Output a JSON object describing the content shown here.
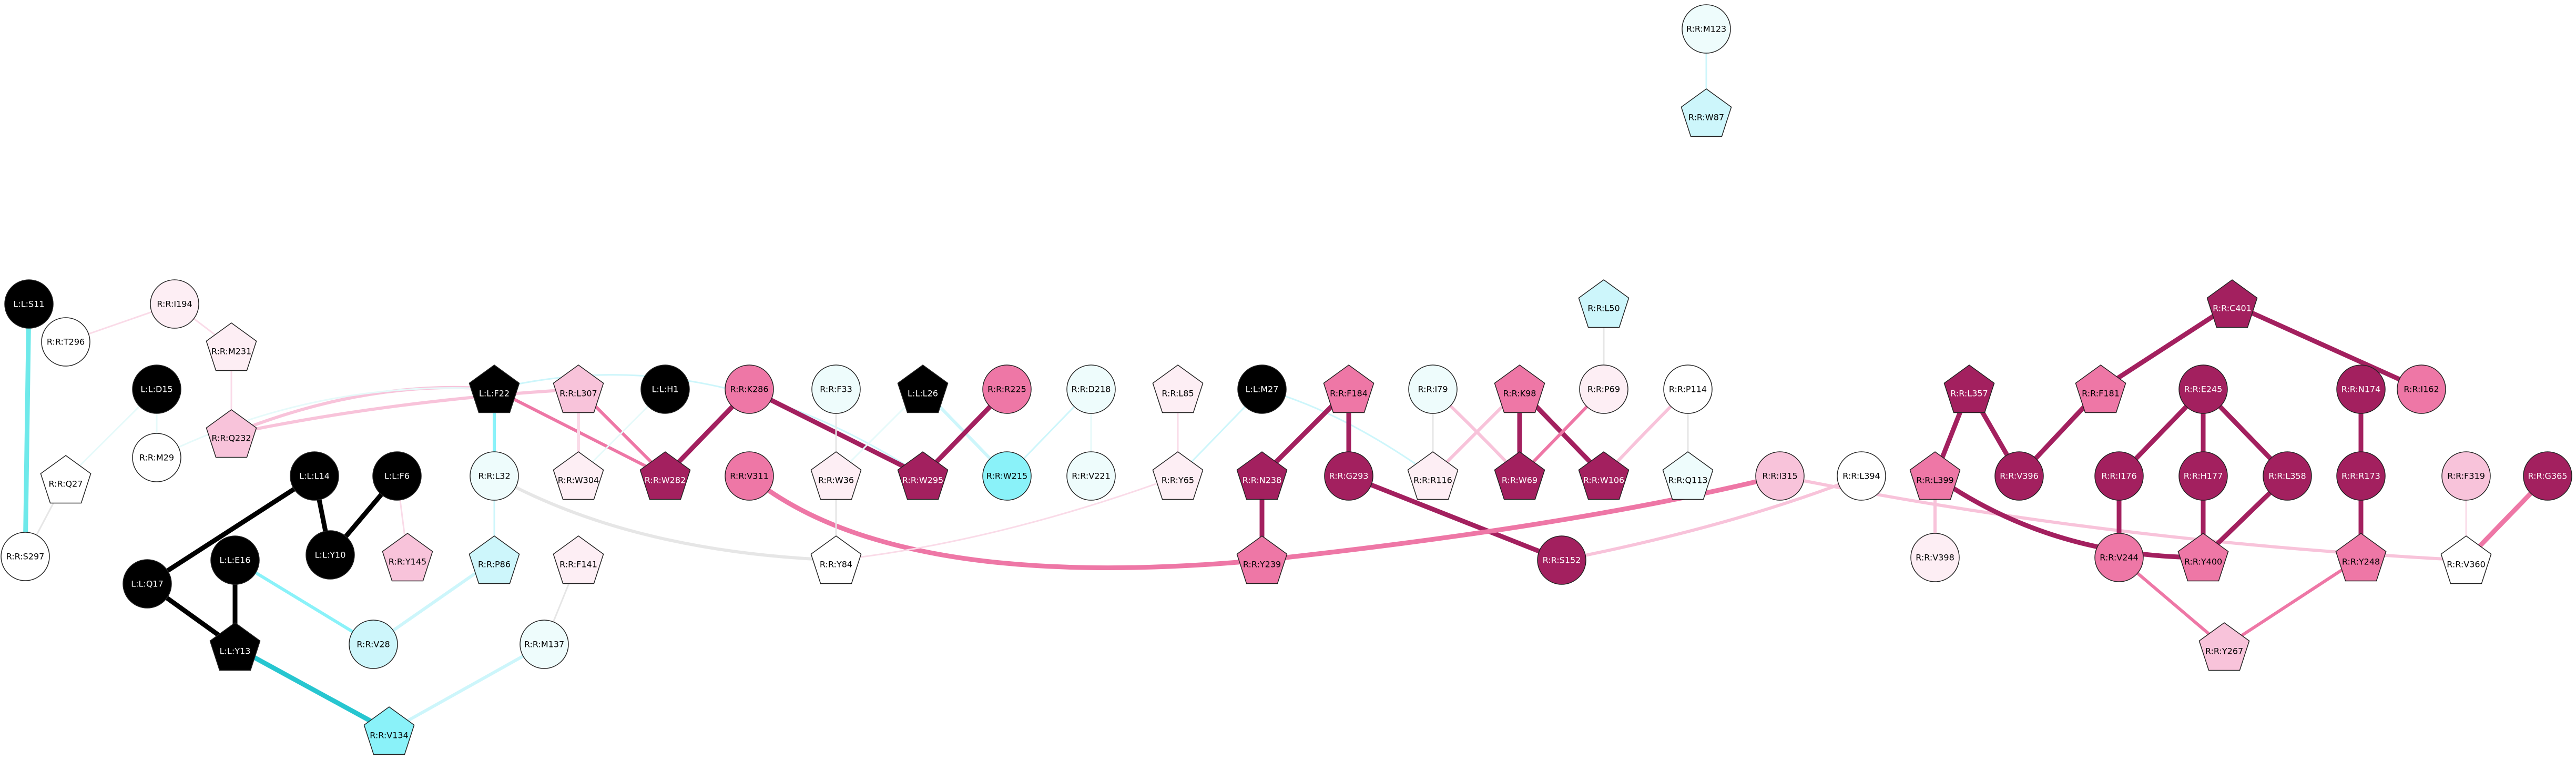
{
  "colors": {
    "black": "#000000",
    "white": "#ffffff",
    "pink_light": "#fde6f0",
    "pink_mid": "#f8c3da",
    "pink_strong": "#ee77a6",
    "magenta": "#a3205f",
    "cyan_light": "#e6fafa",
    "cyan_mid": "#cdf6fb",
    "cyan_strong": "#8af2f9",
    "teal_edge": "#27c6d0",
    "node_stroke": "#222222"
  },
  "nodes": [
    {
      "id": "L:L:S11",
      "label": "L:L:S11",
      "shape": "circle",
      "fill": "#000000",
      "text": "#ffffff"
    },
    {
      "id": "R:R:T296",
      "label": "R:R:T296",
      "shape": "circle",
      "fill": "#ffffff",
      "text": "#000000"
    },
    {
      "id": "R:R:Q27",
      "label": "R:R:Q27",
      "shape": "pentagon",
      "fill": "#ffffff",
      "text": "#000000"
    },
    {
      "id": "R:R:S297",
      "label": "R:R:S297",
      "shape": "circle",
      "fill": "#ffffff",
      "text": "#000000"
    },
    {
      "id": "R:R:I194",
      "label": "R:R:I194",
      "shape": "circle",
      "fill": "#fdeef4",
      "text": "#000000"
    },
    {
      "id": "L:L:D15",
      "label": "L:L:D15",
      "shape": "circle",
      "fill": "#000000",
      "text": "#ffffff"
    },
    {
      "id": "R:R:M29",
      "label": "R:R:M29",
      "shape": "circle",
      "fill": "#ffffff",
      "text": "#000000"
    },
    {
      "id": "R:R:M231",
      "label": "R:R:M231",
      "shape": "pentagon",
      "fill": "#fdeef4",
      "text": "#000000"
    },
    {
      "id": "R:R:Q232",
      "label": "R:R:Q232",
      "shape": "pentagon",
      "fill": "#f8c3da",
      "text": "#000000"
    },
    {
      "id": "L:L:L14",
      "label": "L:L:L14",
      "shape": "circle",
      "fill": "#000000",
      "text": "#ffffff"
    },
    {
      "id": "L:L:F6",
      "label": "L:L:F6",
      "shape": "circle",
      "fill": "#000000",
      "text": "#ffffff"
    },
    {
      "id": "L:L:Q17",
      "label": "L:L:Q17",
      "shape": "circle",
      "fill": "#000000",
      "text": "#ffffff"
    },
    {
      "id": "L:L:Y10",
      "label": "L:L:Y10",
      "shape": "circle",
      "fill": "#000000",
      "text": "#ffffff"
    },
    {
      "id": "L:L:E16",
      "label": "L:L:E16",
      "shape": "circle",
      "fill": "#000000",
      "text": "#ffffff"
    },
    {
      "id": "L:L:Y13",
      "label": "L:L:Y13",
      "shape": "pentagon",
      "fill": "#000000",
      "text": "#ffffff"
    },
    {
      "id": "R:R:Y145",
      "label": "R:R:Y145",
      "shape": "pentagon",
      "fill": "#f8c3da",
      "text": "#000000"
    },
    {
      "id": "R:R:V28",
      "label": "R:R:V28",
      "shape": "circle",
      "fill": "#cdf6fb",
      "text": "#000000"
    },
    {
      "id": "L:L:F22",
      "label": "L:L:F22",
      "shape": "pentagon",
      "fill": "#000000",
      "text": "#ffffff"
    },
    {
      "id": "R:R:L32",
      "label": "R:R:L32",
      "shape": "circle",
      "fill": "#eefcfc",
      "text": "#000000"
    },
    {
      "id": "R:R:P86",
      "label": "R:R:P86",
      "shape": "pentagon",
      "fill": "#cdf6fb",
      "text": "#000000"
    },
    {
      "id": "R:R:V134",
      "label": "R:R:V134",
      "shape": "pentagon",
      "fill": "#8af2f9",
      "text": "#000000"
    },
    {
      "id": "R:R:L307",
      "label": "R:R:L307",
      "shape": "pentagon",
      "fill": "#f8c3da",
      "text": "#000000"
    },
    {
      "id": "R:R:W304",
      "label": "R:R:W304",
      "shape": "pentagon",
      "fill": "#fdeef4",
      "text": "#000000"
    },
    {
      "id": "L:L:H1",
      "label": "L:L:H1",
      "shape": "circle",
      "fill": "#000000",
      "text": "#ffffff"
    },
    {
      "id": "R:R:F141",
      "label": "R:R:F141",
      "shape": "pentagon",
      "fill": "#fdeef4",
      "text": "#000000"
    },
    {
      "id": "R:R:M137",
      "label": "R:R:M137",
      "shape": "circle",
      "fill": "#eefcfc",
      "text": "#000000"
    },
    {
      "id": "R:R:K286",
      "label": "R:R:K286",
      "shape": "circle",
      "fill": "#ee77a6",
      "text": "#000000"
    },
    {
      "id": "R:R:W282",
      "label": "R:R:W282",
      "shape": "pentagon",
      "fill": "#a3205f",
      "text": "#ffffff"
    },
    {
      "id": "R:R:V311",
      "label": "R:R:V311",
      "shape": "circle",
      "fill": "#ee77a6",
      "text": "#000000"
    },
    {
      "id": "R:R:F33",
      "label": "R:R:F33",
      "shape": "circle",
      "fill": "#eefcfc",
      "text": "#000000"
    },
    {
      "id": "R:R:W36",
      "label": "R:R:W36",
      "shape": "pentagon",
      "fill": "#fdeef4",
      "text": "#000000"
    },
    {
      "id": "R:R:Y84",
      "label": "R:R:Y84",
      "shape": "pentagon",
      "fill": "#ffffff",
      "text": "#000000"
    },
    {
      "id": "L:L:L26",
      "label": "L:L:L26",
      "shape": "pentagon",
      "fill": "#000000",
      "text": "#ffffff"
    },
    {
      "id": "R:R:W295",
      "label": "R:R:W295",
      "shape": "pentagon",
      "fill": "#a3205f",
      "text": "#ffffff"
    },
    {
      "id": "R:R:R225",
      "label": "R:R:R225",
      "shape": "circle",
      "fill": "#ee77a6",
      "text": "#000000"
    },
    {
      "id": "R:R:W215",
      "label": "R:R:W215",
      "shape": "circle",
      "fill": "#8af2f9",
      "text": "#000000"
    },
    {
      "id": "R:R:D218",
      "label": "R:R:D218",
      "shape": "circle",
      "fill": "#eefcfc",
      "text": "#000000"
    },
    {
      "id": "R:R:V221",
      "label": "R:R:V221",
      "shape": "circle",
      "fill": "#eefcfc",
      "text": "#000000"
    },
    {
      "id": "R:R:L85",
      "label": "R:R:L85",
      "shape": "pentagon",
      "fill": "#fdeef4",
      "text": "#000000"
    },
    {
      "id": "R:R:Y65",
      "label": "R:R:Y65",
      "shape": "pentagon",
      "fill": "#fdeef4",
      "text": "#000000"
    },
    {
      "id": "L:L:M27",
      "label": "L:L:M27",
      "shape": "circle",
      "fill": "#000000",
      "text": "#ffffff"
    },
    {
      "id": "R:R:F184",
      "label": "R:R:F184",
      "shape": "pentagon",
      "fill": "#ee77a6",
      "text": "#000000"
    },
    {
      "id": "R:R:N238",
      "label": "R:R:N238",
      "shape": "pentagon",
      "fill": "#a3205f",
      "text": "#ffffff"
    },
    {
      "id": "R:R:Y239",
      "label": "R:R:Y239",
      "shape": "pentagon",
      "fill": "#ee77a6",
      "text": "#000000"
    },
    {
      "id": "R:R:G293",
      "label": "R:R:G293",
      "shape": "circle",
      "fill": "#a3205f",
      "text": "#ffffff"
    },
    {
      "id": "R:R:S152",
      "label": "R:R:S152",
      "shape": "circle",
      "fill": "#a3205f",
      "text": "#ffffff"
    },
    {
      "id": "R:R:I79",
      "label": "R:R:I79",
      "shape": "circle",
      "fill": "#eefcfc",
      "text": "#000000"
    },
    {
      "id": "R:R:R116",
      "label": "R:R:R116",
      "shape": "pentagon",
      "fill": "#fdeef4",
      "text": "#000000"
    },
    {
      "id": "R:R:K98",
      "label": "R:R:K98",
      "shape": "pentagon",
      "fill": "#ee77a6",
      "text": "#000000"
    },
    {
      "id": "R:R:W69",
      "label": "R:R:W69",
      "shape": "pentagon",
      "fill": "#a3205f",
      "text": "#ffffff"
    },
    {
      "id": "R:R:W106",
      "label": "R:R:W106",
      "shape": "pentagon",
      "fill": "#a3205f",
      "text": "#ffffff"
    },
    {
      "id": "R:R:L50",
      "label": "R:R:L50",
      "shape": "pentagon",
      "fill": "#cdf6fb",
      "text": "#000000"
    },
    {
      "id": "R:R:P69",
      "label": "R:R:P69",
      "shape": "circle",
      "fill": "#fdeef4",
      "text": "#000000"
    },
    {
      "id": "R:R:P114",
      "label": "R:R:P114",
      "shape": "circle",
      "fill": "#ffffff",
      "text": "#000000"
    },
    {
      "id": "R:R:Q113",
      "label": "R:R:Q113",
      "shape": "pentagon",
      "fill": "#eefcfc",
      "text": "#000000"
    },
    {
      "id": "R:R:M123",
      "label": "R:R:M123",
      "shape": "circle",
      "fill": "#eefcfc",
      "text": "#000000"
    },
    {
      "id": "R:R:W87",
      "label": "R:R:W87",
      "shape": "pentagon",
      "fill": "#cdf6fb",
      "text": "#000000"
    },
    {
      "id": "R:R:I315",
      "label": "R:R:I315",
      "shape": "circle",
      "fill": "#f8c3da",
      "text": "#000000"
    },
    {
      "id": "R:R:L394",
      "label": "R:R:L394",
      "shape": "circle",
      "fill": "#ffffff",
      "text": "#000000"
    },
    {
      "id": "R:R:L357",
      "label": "R:R:L357",
      "shape": "pentagon",
      "fill": "#a3205f",
      "text": "#ffffff"
    },
    {
      "id": "R:R:L399",
      "label": "R:R:L399",
      "shape": "pentagon",
      "fill": "#ee77a6",
      "text": "#000000"
    },
    {
      "id": "R:R:V398",
      "label": "R:R:V398",
      "shape": "circle",
      "fill": "#fdeef4",
      "text": "#000000"
    },
    {
      "id": "R:R:F181",
      "label": "R:R:F181",
      "shape": "pentagon",
      "fill": "#ee77a6",
      "text": "#000000"
    },
    {
      "id": "R:R:V396",
      "label": "R:R:V396",
      "shape": "circle",
      "fill": "#a3205f",
      "text": "#ffffff"
    },
    {
      "id": "R:R:C401",
      "label": "R:R:C401",
      "shape": "pentagon",
      "fill": "#a3205f",
      "text": "#ffffff"
    },
    {
      "id": "R:R:I162",
      "label": "R:R:I162",
      "shape": "circle",
      "fill": "#ee77a6",
      "text": "#000000"
    },
    {
      "id": "R:R:E245",
      "label": "R:R:E245",
      "shape": "circle",
      "fill": "#a3205f",
      "text": "#ffffff"
    },
    {
      "id": "R:R:I176",
      "label": "R:R:I176",
      "shape": "circle",
      "fill": "#a3205f",
      "text": "#ffffff"
    },
    {
      "id": "R:R:H177",
      "label": "R:R:H177",
      "shape": "circle",
      "fill": "#a3205f",
      "text": "#ffffff"
    },
    {
      "id": "R:R:L358",
      "label": "R:R:L358",
      "shape": "circle",
      "fill": "#a3205f",
      "text": "#ffffff"
    },
    {
      "id": "R:R:V244",
      "label": "R:R:V244",
      "shape": "circle",
      "fill": "#ee77a6",
      "text": "#000000"
    },
    {
      "id": "R:R:Y400",
      "label": "R:R:Y400",
      "shape": "pentagon",
      "fill": "#ee77a6",
      "text": "#000000"
    },
    {
      "id": "R:R:Y267",
      "label": "R:R:Y267",
      "shape": "pentagon",
      "fill": "#f8c3da",
      "text": "#000000"
    },
    {
      "id": "R:R:N174",
      "label": "R:R:N174",
      "shape": "circle",
      "fill": "#a3205f",
      "text": "#ffffff"
    },
    {
      "id": "R:R:R173",
      "label": "R:R:R173",
      "shape": "circle",
      "fill": "#a3205f",
      "text": "#ffffff"
    },
    {
      "id": "R:R:Y248",
      "label": "R:R:Y248",
      "shape": "pentagon",
      "fill": "#ee77a6",
      "text": "#000000"
    },
    {
      "id": "R:R:F319",
      "label": "R:R:F319",
      "shape": "circle",
      "fill": "#f8c3da",
      "text": "#000000"
    },
    {
      "id": "R:R:V360",
      "label": "R:R:V360",
      "shape": "pentagon",
      "fill": "#ffffff",
      "text": "#000000"
    },
    {
      "id": "R:R:G365",
      "label": "R:R:G365",
      "shape": "circle",
      "fill": "#a3205f",
      "text": "#ffffff"
    }
  ],
  "edges": [
    {
      "from": "L:L:S11",
      "to": "R:R:S297",
      "color": "#6ee9ea",
      "weight": 3
    },
    {
      "from": "L:L:S11",
      "to": "R:R:T296",
      "color": "#ffffff",
      "weight": 1
    },
    {
      "from": "R:R:I194",
      "to": "R:R:T296",
      "color": "#fadbe8",
      "weight": 1
    },
    {
      "from": "R:R:I194",
      "to": "R:R:M231",
      "color": "#fadbe8",
      "weight": 1
    },
    {
      "from": "R:R:Q27",
      "to": "R:R:S297",
      "color": "#e6e6e6",
      "weight": 1
    },
    {
      "from": "L:L:D15",
      "to": "R:R:Q27",
      "color": "#e6fafa",
      "weight": 1
    },
    {
      "from": "L:L:D15",
      "to": "R:R:M29",
      "color": "#e6fafa",
      "weight": 1
    },
    {
      "from": "R:R:M231",
      "to": "R:R:Q232",
      "color": "#fadbe8",
      "weight": 1
    },
    {
      "from": "L:L:F22",
      "to": "R:R:Q232",
      "color": "#f8c3da",
      "weight": 2
    },
    {
      "from": "L:L:F22",
      "to": "R:R:M29",
      "color": "#e6fafa",
      "weight": 1
    },
    {
      "from": "L:L:F22",
      "to": "R:R:L32",
      "color": "#8af2f9",
      "weight": 2
    },
    {
      "from": "L:L:F22",
      "to": "R:R:W282",
      "color": "#ee77a6",
      "weight": 2
    },
    {
      "from": "L:L:F22",
      "to": "R:R:W295",
      "color": "#cdf6fb",
      "weight": 1
    },
    {
      "from": "L:L:L14",
      "to": "L:L:Q17",
      "color": "#000000",
      "weight": 3
    },
    {
      "from": "L:L:L14",
      "to": "L:L:Y10",
      "color": "#000000",
      "weight": 3
    },
    {
      "from": "L:L:F6",
      "to": "L:L:Y10",
      "color": "#000000",
      "weight": 3
    },
    {
      "from": "L:L:F6",
      "to": "R:R:Y145",
      "color": "#fadbe8",
      "weight": 1
    },
    {
      "from": "L:L:Q17",
      "to": "L:L:Y13",
      "color": "#000000",
      "weight": 3
    },
    {
      "from": "L:L:E16",
      "to": "L:L:Y13",
      "color": "#000000",
      "weight": 3
    },
    {
      "from": "L:L:E16",
      "to": "R:R:V28",
      "color": "#8af2f9",
      "weight": 2
    },
    {
      "from": "L:L:Y13",
      "to": "R:R:V134",
      "color": "#27c6d0",
      "weight": 3
    },
    {
      "from": "R:R:L32",
      "to": "R:R:P86",
      "color": "#cdf6fb",
      "weight": 1
    },
    {
      "from": "R:R:L32",
      "to": "R:R:Y84",
      "color": "#e6e6e6",
      "weight": 2
    },
    {
      "from": "R:R:P86",
      "to": "R:R:V28",
      "color": "#cdf6fb",
      "weight": 2
    },
    {
      "from": "R:R:L307",
      "to": "R:R:Q232",
      "color": "#f8c3da",
      "weight": 2
    },
    {
      "from": "R:R:L307",
      "to": "R:R:W304",
      "color": "#fadbe8",
      "weight": 2
    },
    {
      "from": "R:R:L307",
      "to": "R:R:W282",
      "color": "#ee77a6",
      "weight": 2
    },
    {
      "from": "L:L:H1",
      "to": "R:R:W304",
      "color": "#e6fafa",
      "weight": 1
    },
    {
      "from": "R:R:F141",
      "to": "R:R:M137",
      "color": "#e6e6e6",
      "weight": 1
    },
    {
      "from": "R:R:M137",
      "to": "R:R:V134",
      "color": "#cdf6fb",
      "weight": 2
    },
    {
      "from": "R:R:K286",
      "to": "R:R:W282",
      "color": "#a3205f",
      "weight": 3
    },
    {
      "from": "R:R:K286",
      "to": "R:R:W295",
      "color": "#a3205f",
      "weight": 3
    },
    {
      "from": "R:R:V311",
      "to": "R:R:Y239",
      "color": "#ee77a6",
      "weight": 3
    },
    {
      "from": "R:R:F33",
      "to": "R:R:W36",
      "color": "#e6e6e6",
      "weight": 1
    },
    {
      "from": "R:R:W36",
      "to": "R:R:Y84",
      "color": "#e6e6e6",
      "weight": 1
    },
    {
      "from": "L:L:L26",
      "to": "R:R:W36",
      "color": "#e6fafa",
      "weight": 1
    },
    {
      "from": "L:L:L26",
      "to": "R:R:W215",
      "color": "#cdf6fb",
      "weight": 2
    },
    {
      "from": "R:R:R225",
      "to": "R:R:W295",
      "color": "#a3205f",
      "weight": 3
    },
    {
      "from": "R:R:D218",
      "to": "R:R:V221",
      "color": "#e6fafa",
      "weight": 1
    },
    {
      "from": "R:R:D218",
      "to": "R:R:W215",
      "color": "#cdf6fb",
      "weight": 1
    },
    {
      "from": "R:R:L85",
      "to": "R:R:Y65",
      "color": "#fadbe8",
      "weight": 1
    },
    {
      "from": "R:R:Y65",
      "to": "R:R:Y84",
      "color": "#fadbe8",
      "weight": 1
    },
    {
      "from": "L:L:M27",
      "to": "R:R:Y65",
      "color": "#cdf6fb",
      "weight": 1
    },
    {
      "from": "L:L:M27",
      "to": "R:R:R116",
      "color": "#cdf6fb",
      "weight": 1
    },
    {
      "from": "R:R:F184",
      "to": "R:R:N238",
      "color": "#a3205f",
      "weight": 3
    },
    {
      "from": "R:R:F184",
      "to": "R:R:G293",
      "color": "#a3205f",
      "weight": 3
    },
    {
      "from": "R:R:N238",
      "to": "R:R:Y239",
      "color": "#a3205f",
      "weight": 3
    },
    {
      "from": "R:R:G293",
      "to": "R:R:S152",
      "color": "#a3205f",
      "weight": 3
    },
    {
      "from": "R:R:I79",
      "to": "R:R:R116",
      "color": "#e6e6e6",
      "weight": 1
    },
    {
      "from": "R:R:K98",
      "to": "R:R:W69",
      "color": "#a3205f",
      "weight": 3
    },
    {
      "from": "R:R:K98",
      "to": "R:R:W106",
      "color": "#a3205f",
      "weight": 3
    },
    {
      "from": "R:R:K98",
      "to": "R:R:R116",
      "color": "#f8c3da",
      "weight": 2
    },
    {
      "from": "R:R:I79",
      "to": "R:R:W69",
      "color": "#f8c3da",
      "weight": 2
    },
    {
      "from": "R:R:L50",
      "to": "R:R:P69",
      "color": "#e6e6e6",
      "weight": 1
    },
    {
      "from": "R:R:P69",
      "to": "R:R:W69",
      "color": "#ee77a6",
      "weight": 2
    },
    {
      "from": "R:R:P114",
      "to": "R:R:Q113",
      "color": "#e6e6e6",
      "weight": 1
    },
    {
      "from": "R:R:P114",
      "to": "R:R:W106",
      "color": "#f8c3da",
      "weight": 2
    },
    {
      "from": "R:R:M123",
      "to": "R:R:W87",
      "color": "#cdf6fb",
      "weight": 1
    },
    {
      "from": "R:R:I315",
      "to": "R:R:Y239",
      "color": "#ee77a6",
      "weight": 3
    },
    {
      "from": "R:R:L394",
      "to": "R:R:S152",
      "color": "#f8c3da",
      "weight": 2
    },
    {
      "from": "R:R:I315",
      "to": "R:R:V360",
      "color": "#f8c3da",
      "weight": 2
    },
    {
      "from": "R:R:L357",
      "to": "R:R:L399",
      "color": "#a3205f",
      "weight": 3
    },
    {
      "from": "R:R:L357",
      "to": "R:R:V396",
      "color": "#a3205f",
      "weight": 3
    },
    {
      "from": "R:R:L399",
      "to": "R:R:V398",
      "color": "#f8c3da",
      "weight": 2
    },
    {
      "from": "R:R:L399",
      "to": "R:R:Y400",
      "color": "#a3205f",
      "weight": 3
    },
    {
      "from": "R:R:F181",
      "to": "R:R:V396",
      "color": "#a3205f",
      "weight": 3
    },
    {
      "from": "R:R:C401",
      "to": "R:R:F181",
      "color": "#a3205f",
      "weight": 3
    },
    {
      "from": "R:R:C401",
      "to": "R:R:I162",
      "color": "#a3205f",
      "weight": 3
    },
    {
      "from": "R:R:E245",
      "to": "R:R:I176",
      "color": "#a3205f",
      "weight": 3
    },
    {
      "from": "R:R:E245",
      "to": "R:R:H177",
      "color": "#a3205f",
      "weight": 3
    },
    {
      "from": "R:R:E245",
      "to": "R:R:L358",
      "color": "#a3205f",
      "weight": 3
    },
    {
      "from": "R:R:I176",
      "to": "R:R:V244",
      "color": "#a3205f",
      "weight": 3
    },
    {
      "from": "R:R:H177",
      "to": "R:R:Y400",
      "color": "#a3205f",
      "weight": 3
    },
    {
      "from": "R:R:L358",
      "to": "R:R:Y400",
      "color": "#a3205f",
      "weight": 3
    },
    {
      "from": "R:R:V244",
      "to": "R:R:Y267",
      "color": "#ee77a6",
      "weight": 2
    },
    {
      "from": "R:R:N174",
      "to": "R:R:R173",
      "color": "#a3205f",
      "weight": 3
    },
    {
      "from": "R:R:R173",
      "to": "R:R:Y248",
      "color": "#a3205f",
      "weight": 3
    },
    {
      "from": "R:R:Y248",
      "to": "R:R:Y267",
      "color": "#ee77a6",
      "weight": 2
    },
    {
      "from": "R:R:F319",
      "to": "R:R:V360",
      "color": "#fadbe8",
      "weight": 1
    },
    {
      "from": "R:R:G365",
      "to": "R:R:V360",
      "color": "#ee77a6",
      "weight": 3
    }
  ]
}
